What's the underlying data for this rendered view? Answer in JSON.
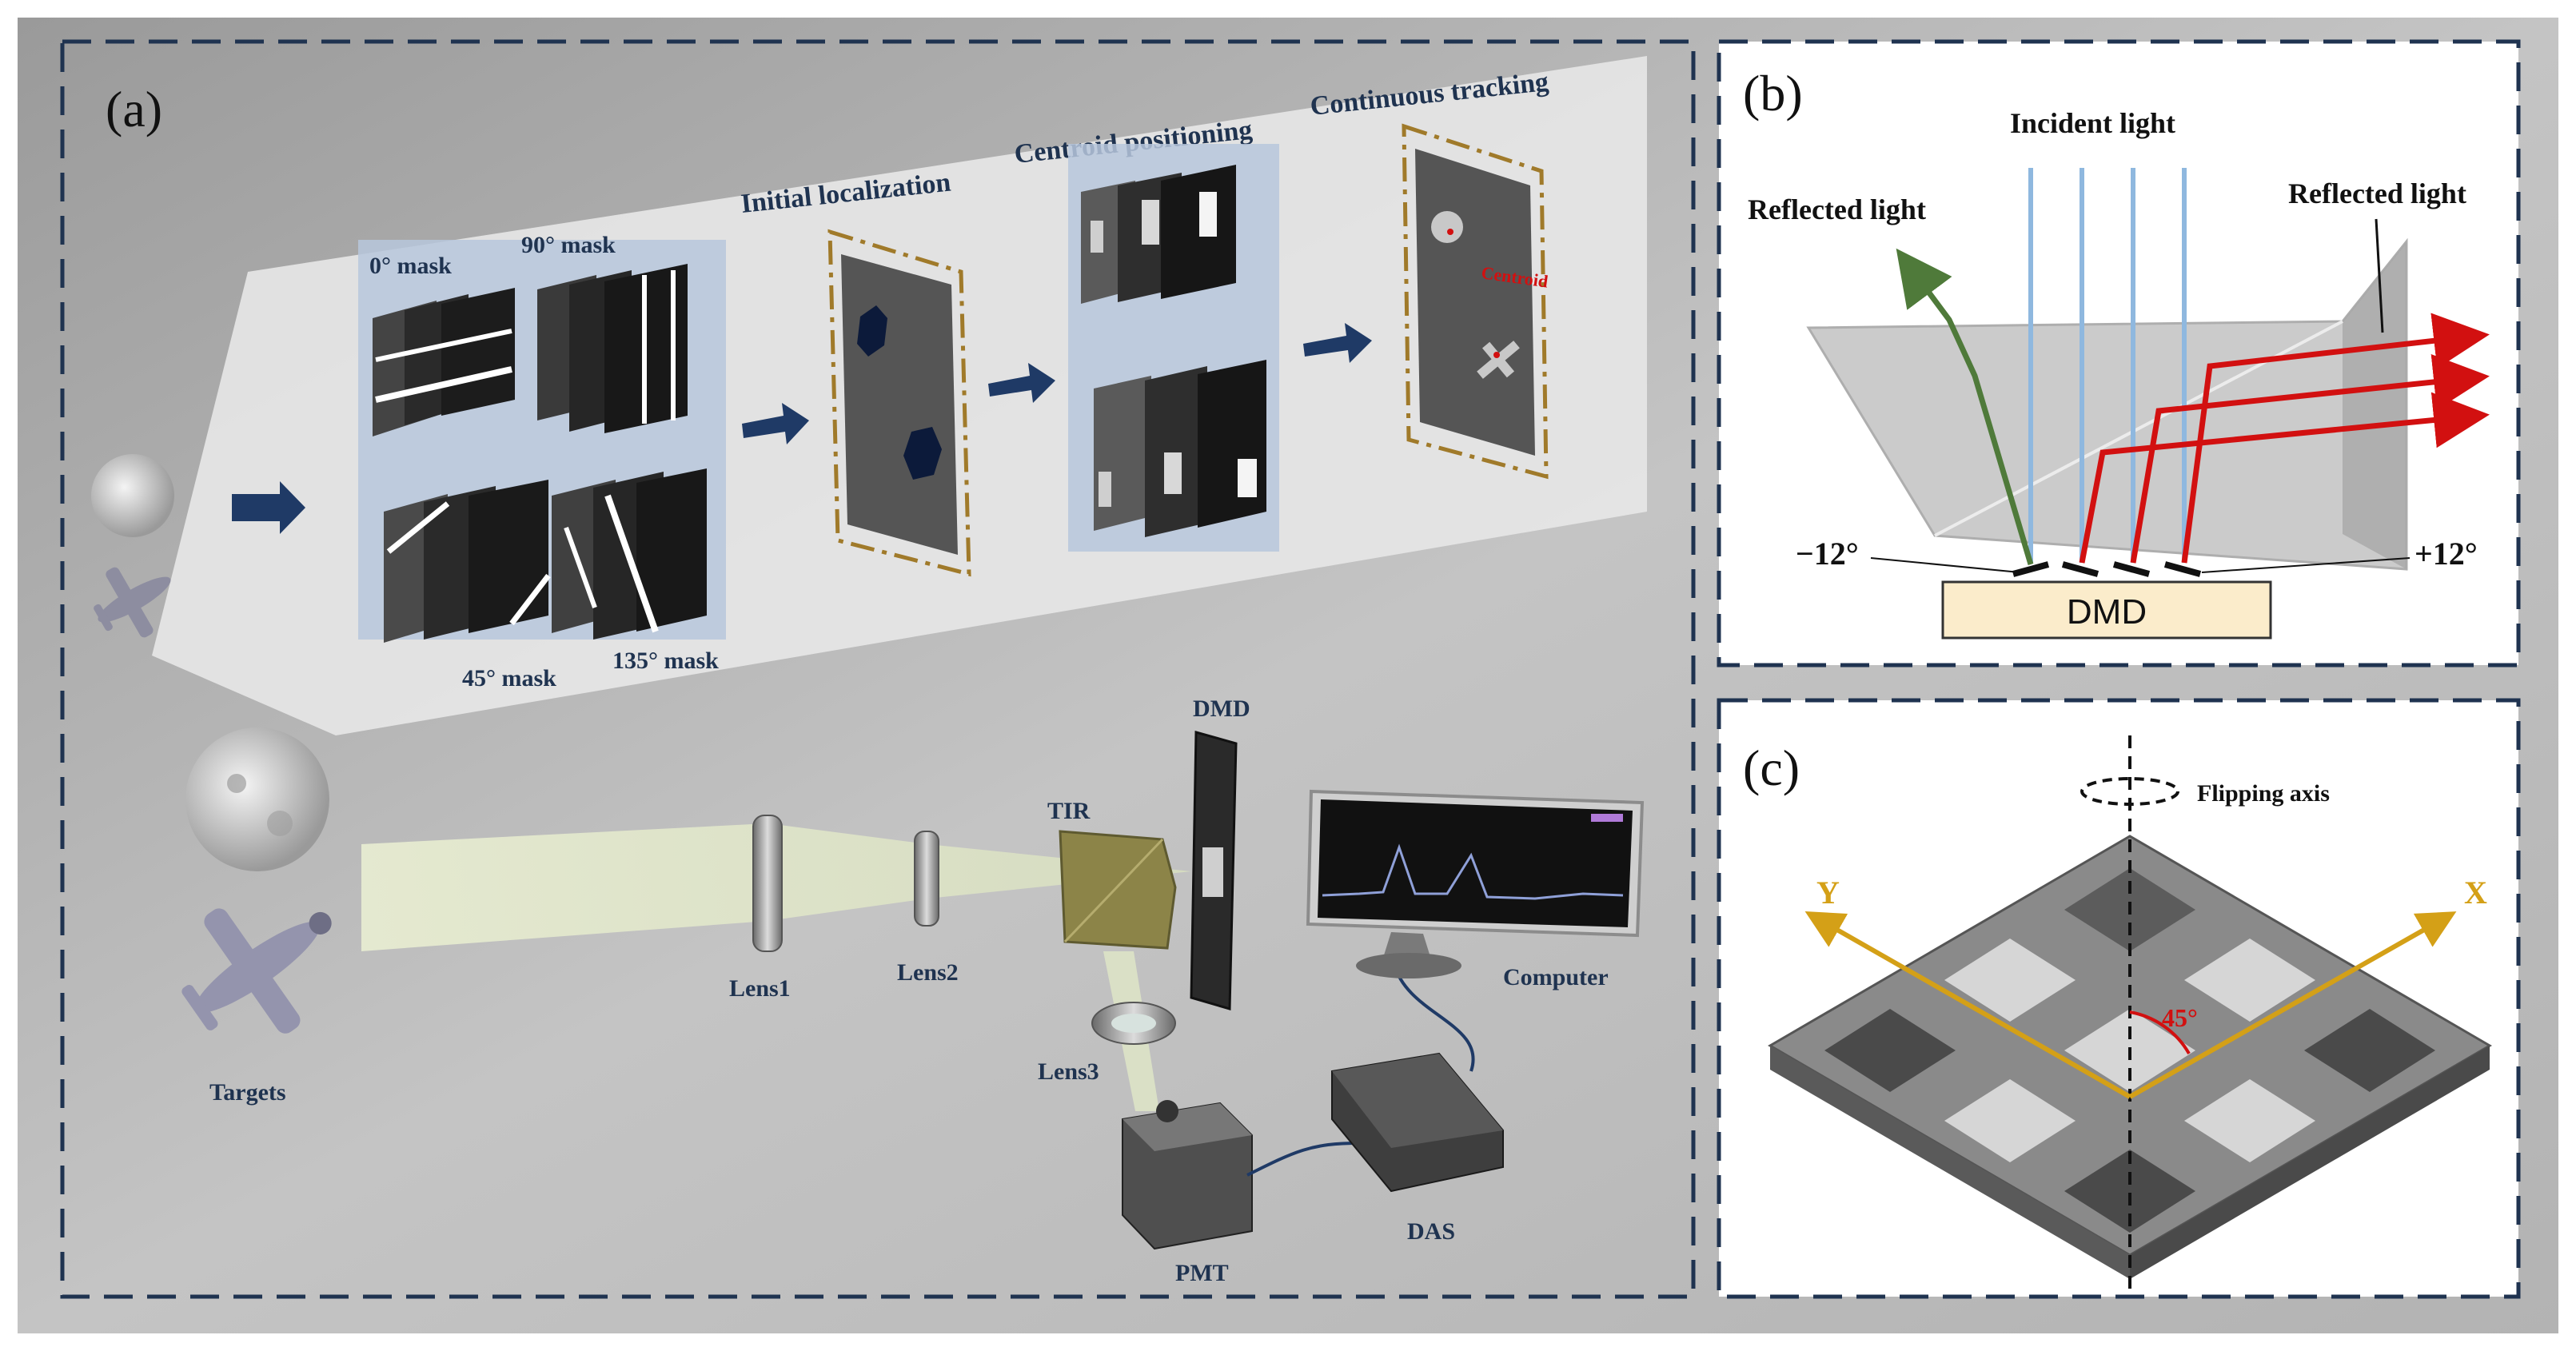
{
  "panel_a": {
    "tag": "(a)",
    "masks": {
      "m0": "0° mask",
      "m90": "90° mask",
      "m45": "45° mask",
      "m135": "135° mask"
    },
    "stages": {
      "initial": "Initial localization",
      "centroid": "Centroid positioning",
      "tracking": "Continuous tracking"
    },
    "centroid_label": "Centroid",
    "components": {
      "dmd": "DMD",
      "tir": "TIR",
      "lens1": "Lens1",
      "lens2": "Lens2",
      "lens3": "Lens3",
      "computer": "Computer",
      "das": "DAS",
      "pmt": "PMT",
      "targets": "Targets"
    }
  },
  "panel_b": {
    "tag": "(b)",
    "incident": "Incident light",
    "reflected_left": "Reflected light",
    "reflected_right": "Reflected light",
    "angle_neg": "−12°",
    "angle_pos": "+12°",
    "dmd": "DMD"
  },
  "panel_c": {
    "tag": "(c)",
    "flip_axis": "Flipping axis",
    "axis_x": "X",
    "axis_y": "Y",
    "angle": "45°"
  },
  "colors": {
    "frame_dash": "#1f3350",
    "arrow_blue": "#1f3a66",
    "mask_panel": "#b7c7dc",
    "gold": "#a07a2a",
    "red_ray": "#d21010",
    "green_ray": "#4f7a3a",
    "blue_ray": "#8fb8df",
    "dmd_fill": "#fbeccb",
    "axis_gold": "#d4a017"
  }
}
